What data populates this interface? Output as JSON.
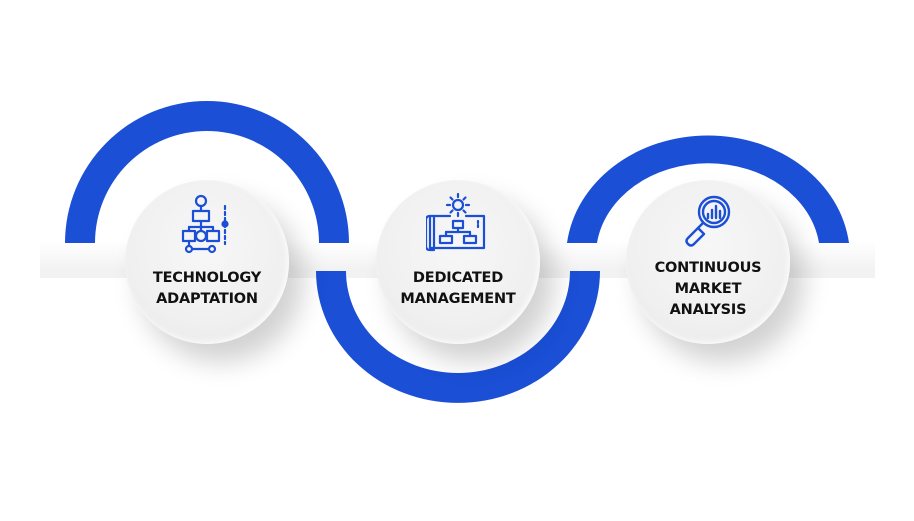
{
  "colors": {
    "accent": "#1a4fd6",
    "circle_fill": "#f0f0f0",
    "text": "#111111"
  },
  "steps": [
    {
      "icon": "flowchart-icon",
      "label_lines": [
        "TECHNOLOGY",
        "ADAPTATION"
      ]
    },
    {
      "icon": "blueprint-gear-icon",
      "label_lines": [
        "DEDICATED",
        "MANAGEMENT"
      ]
    },
    {
      "icon": "magnifier-chart-icon",
      "label_lines": [
        "CONTINUOUS",
        "MARKET",
        "ANALYSIS"
      ]
    }
  ]
}
